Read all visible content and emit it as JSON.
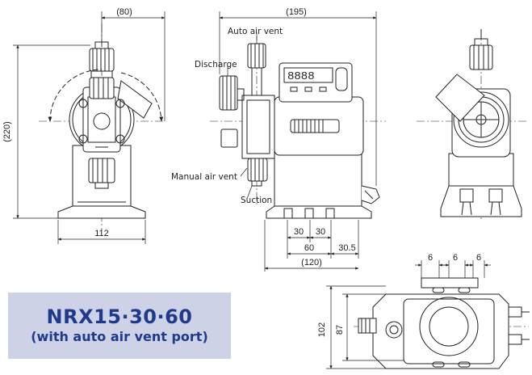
{
  "title": {
    "model": "NRX15·30·60",
    "subtitle": "(with auto air vent port)"
  },
  "labels": {
    "auto_air_vent": "Auto air vent",
    "discharge": "Discharge",
    "manual_air_vent": "Manual air vent",
    "suction": "Suction"
  },
  "dimensions": {
    "left_top_width": "(80)",
    "left_height": "(220)",
    "left_base_width": "112",
    "front_top_width": "(195)",
    "front_base_30a": "30",
    "front_base_30b": "30",
    "front_base_60": "60",
    "front_base_30_5": "30.5",
    "front_base_120": "(120)",
    "plan_6a": "6",
    "plan_6b": "6",
    "plan_6c": "6",
    "plan_102": "102",
    "plan_87": "87"
  },
  "colors": {
    "line": "#222222",
    "title_bg": "#cdd2e6",
    "title_text": "#1f3a8c"
  }
}
